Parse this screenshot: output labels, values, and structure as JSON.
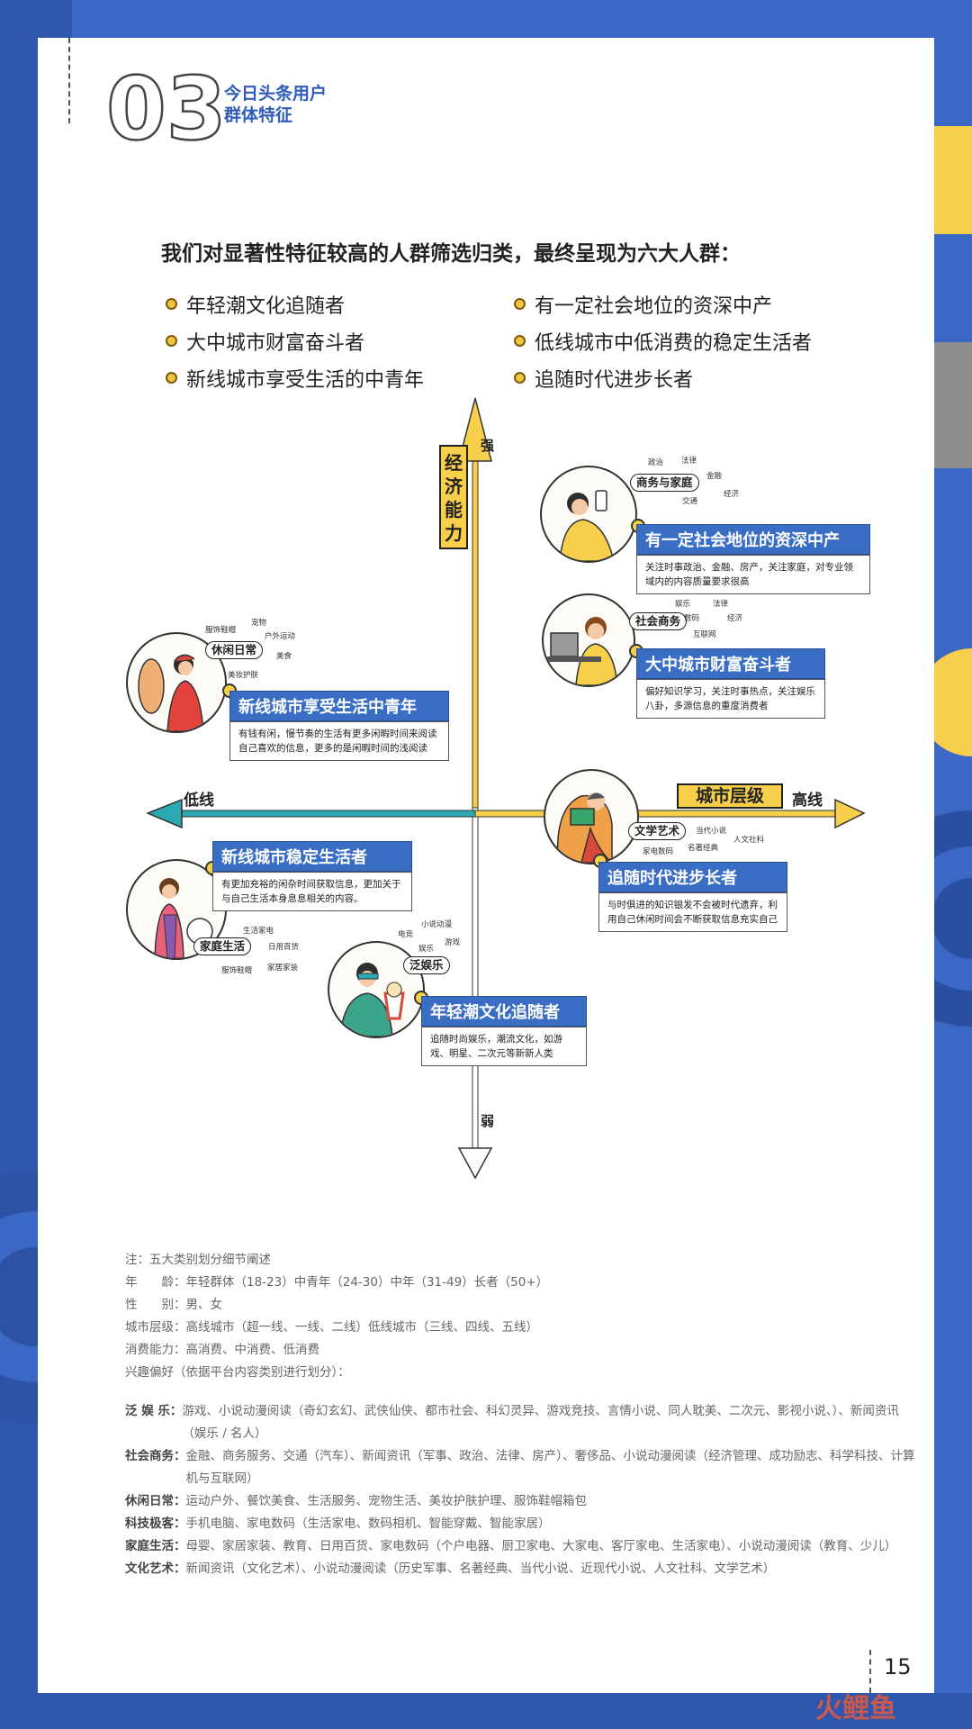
{
  "header": {
    "section_number": "03",
    "title_line1": "今日头条用户",
    "title_line2": "群体特征"
  },
  "intro": {
    "text": "我们对显著性特征较高的人群筛选归类，最终呈现为六大人群：",
    "bullets_left": [
      "年轻潮文化追随者",
      "大中城市财富奋斗者",
      "新线城市享受生活的中青年"
    ],
    "bullets_right": [
      "有一定社会地位的资深中产",
      "低线城市中低消费的稳定生活者",
      "追随时代进步长者"
    ]
  },
  "axes": {
    "vertical_label": "经济能力",
    "vertical_top": "强",
    "vertical_bottom": "弱",
    "horizontal_label": "城市层级",
    "horizontal_left": "低线",
    "horizontal_right": "高线"
  },
  "groups": {
    "senior_middle": {
      "category": "商务与家庭",
      "tags": [
        "政治",
        "法律",
        "金融",
        "经济",
        "交通"
      ],
      "title": "有一定社会地位的资深中产",
      "desc": "关注时事政治、金融、房产，关注家庭，对专业领域内的内容质量要求很高"
    },
    "big_city": {
      "category": "社会商务",
      "tags": [
        "娱乐",
        "法律",
        "数码",
        "经济",
        "互联网"
      ],
      "title": "大中城市财富奋斗者",
      "desc": "偏好知识学习，关注时事热点，关注娱乐八卦，多源信息的重度消费者"
    },
    "new_city_enjoy": {
      "category": "休闲日常",
      "tags": [
        "服饰鞋帽",
        "宠物",
        "户外运动",
        "美食",
        "美妆护肤"
      ],
      "title": "新线城市享受生活中青年",
      "desc": "有钱有闲，慢节奏的生活有更多闲暇时间来阅读自己喜欢的信息，更多的是闲暇时间的浅阅读"
    },
    "elder": {
      "category": "文学艺术",
      "tags": [
        "当代小说",
        "人文社科",
        "名著经典",
        "家电数码"
      ],
      "title": "追随时代进步长者",
      "desc": "与时俱进的知识银发不会被时代遗弃，利用自己休闲时间会不断获取信息充实自己"
    },
    "stable_life": {
      "category": "家庭生活",
      "tags": [
        "生活家电",
        "日用百货",
        "服饰鞋帽",
        "家居家装"
      ],
      "title": "新线城市稳定生活者",
      "desc": "有更加充裕的闲杂时间获取信息，更加关于与自己生活本身息息相关的内容。"
    },
    "youth": {
      "category": "泛娱乐",
      "tags": [
        "小说动漫",
        "电竞",
        "游戏",
        "娱乐"
      ],
      "title": "年轻潮文化追随者",
      "desc": "追随时尚娱乐，潮流文化，如游戏、明星、二次元等新新人类"
    }
  },
  "notes": {
    "heading": "注：五大类别划分细节阐述",
    "rows": [
      {
        "key": "年　　龄：",
        "value": "年轻群体（18-23）中青年（24-30）中年（31-49）长者（50+）"
      },
      {
        "key": "性　　别：",
        "value": "男、女"
      },
      {
        "key": "城市层级：",
        "value": "高线城市（超一线、一线、二线）低线城市（三线、四线、五线）"
      },
      {
        "key": "消费能力：",
        "value": "高消费、中消费、低消费"
      },
      {
        "key": "兴趣偏好（依据平台内容类别进行划分）：",
        "value": ""
      }
    ],
    "interests": [
      {
        "key": "泛 娱 乐：",
        "value": "游戏、小说动漫阅读（奇幻玄幻、武侠仙侠、都市社会、科幻灵异、游戏竞技、言情小说、同人耽美、二次元、影视小说、）、新闻资讯（娱乐 / 名人）"
      },
      {
        "key": "社会商务：",
        "value": "金融、商务服务、交通（汽车）、新闻资讯（军事、政治、法律、房产）、奢侈品、小说动漫阅读（经济管理、成功励志、科学科技、计算机与互联网）"
      },
      {
        "key": "休闲日常：",
        "value": "运动户外、餐饮美食、生活服务、宠物生活、美妆护肤护理、服饰鞋帽箱包"
      },
      {
        "key": "科技极客：",
        "value": "手机电脑、家电数码（生活家电、数码相机、智能穿戴、智能家居）"
      },
      {
        "key": "家庭生活：",
        "value": "母婴、家居家装、教育、日用百货、家电数码（个户电器、厨卫家电、大家电、客厅家电、生活家电）、小说动漫阅读（教育、少儿）"
      },
      {
        "key": "文化艺术：",
        "value": "新闻资讯（文化艺术）、小说动漫阅读（历史军事、名著经典、当代小说、近现代小说、人文社科、文学艺术）"
      }
    ]
  },
  "page_number": "15",
  "footer_logo": "火鲤鱼",
  "colors": {
    "background_blue": "#3a68c4",
    "card_blue": "#3a6ec5",
    "accent_yellow": "#f7cf4a",
    "teal": "#2aa8b3"
  }
}
